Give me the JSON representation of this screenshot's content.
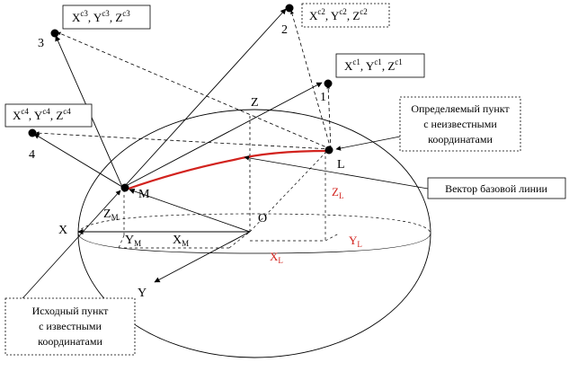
{
  "colors": {
    "ink": "#000000",
    "baseline": "#d2231e"
  },
  "axes": {
    "x": "X",
    "y": "Y",
    "z": "Z",
    "origin": "O"
  },
  "points": {
    "m": "M",
    "l": "L"
  },
  "components": {
    "zm": {
      "main": "Z",
      "sub": "M"
    },
    "ym": {
      "main": "Y",
      "sub": "M"
    },
    "xm": {
      "main": "X",
      "sub": "M"
    },
    "zl": {
      "main": "Z",
      "sub": "L"
    },
    "yl": {
      "main": "Y",
      "sub": "L"
    },
    "xl": {
      "main": "X",
      "sub": "L"
    }
  },
  "satellites": [
    {
      "number": "1",
      "coord": {
        "x": "X",
        "y": "Y",
        "z": "Z",
        "sup": "c1"
      }
    },
    {
      "number": "2",
      "coord": {
        "x": "X",
        "y": "Y",
        "z": "Z",
        "sup": "c2"
      }
    },
    {
      "number": "3",
      "coord": {
        "x": "X",
        "y": "Y",
        "z": "Z",
        "sup": "c3"
      }
    },
    {
      "number": "4",
      "coord": {
        "x": "X",
        "y": "Y",
        "z": "Z",
        "sup": "c4"
      }
    }
  ],
  "callouts": {
    "unknown_point": [
      "Определяемый пункт",
      "с неизвестными",
      "координатами"
    ],
    "baseline_vector": "Вектор базовой линии",
    "known_point": [
      "Исходный пункт",
      "с известными",
      "координатами"
    ]
  }
}
